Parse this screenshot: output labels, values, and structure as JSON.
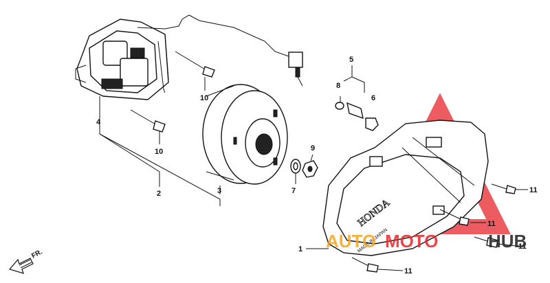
{
  "diagram": {
    "front_arrow_label": "FR.",
    "cover_brand": "HONDA",
    "cover_origin": "MADE IN JAPAN",
    "callouts": [
      {
        "id": "c1",
        "label": "1"
      },
      {
        "id": "c2",
        "label": "2"
      },
      {
        "id": "c3",
        "label": "3"
      },
      {
        "id": "c4",
        "label": "4"
      },
      {
        "id": "c5",
        "label": "5"
      },
      {
        "id": "c6",
        "label": "6"
      },
      {
        "id": "c7",
        "label": "7"
      },
      {
        "id": "c8",
        "label": "8"
      },
      {
        "id": "c9",
        "label": "9"
      },
      {
        "id": "c10a",
        "label": "10"
      },
      {
        "id": "c10b",
        "label": "10"
      },
      {
        "id": "c11a",
        "label": "11"
      },
      {
        "id": "c11b",
        "label": "11"
      },
      {
        "id": "c11c",
        "label": "11"
      },
      {
        "id": "c11d",
        "label": "11"
      }
    ]
  },
  "watermark": {
    "text_part1": "AUTO",
    "text_part2": "MOTO",
    "text_part3": "HUB",
    "color_red": "#e8262b",
    "color_orange": "#f5a623",
    "color_dark": "#2b2b2b"
  }
}
